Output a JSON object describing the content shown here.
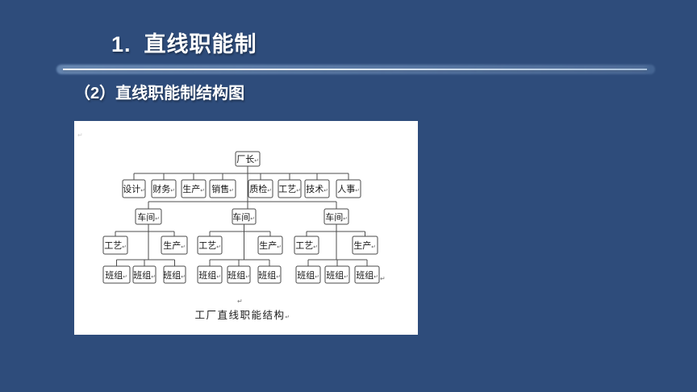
{
  "slide": {
    "title_number": "1.",
    "title_text": "直线职能制",
    "subtitle": "（2）直线职能制结构图",
    "background_color": "#2e4c7b",
    "title_color": "#ffffff"
  },
  "document_image": {
    "background_color": "#ffffff",
    "caption": "工厂直线职能结构",
    "return_mark": "↵"
  },
  "chart_data": {
    "type": "org-tree",
    "title": "工厂直线职能结构",
    "root": "厂长",
    "level2_departments": [
      "设计",
      "财务",
      "生产",
      "销售",
      "质检",
      "工艺",
      "技术",
      "人事"
    ],
    "workshops": [
      {
        "label": "车间",
        "sections": [
          "工艺",
          "生产"
        ],
        "teams": [
          "班组",
          "班组",
          "班组"
        ]
      },
      {
        "label": "车间",
        "sections": [
          "工艺",
          "生产"
        ],
        "teams": [
          "班组",
          "班组",
          "班组"
        ]
      },
      {
        "label": "车间",
        "sections": [
          "工艺",
          "生产"
        ],
        "teams": [
          "班组",
          "班组",
          "班组"
        ]
      }
    ]
  }
}
